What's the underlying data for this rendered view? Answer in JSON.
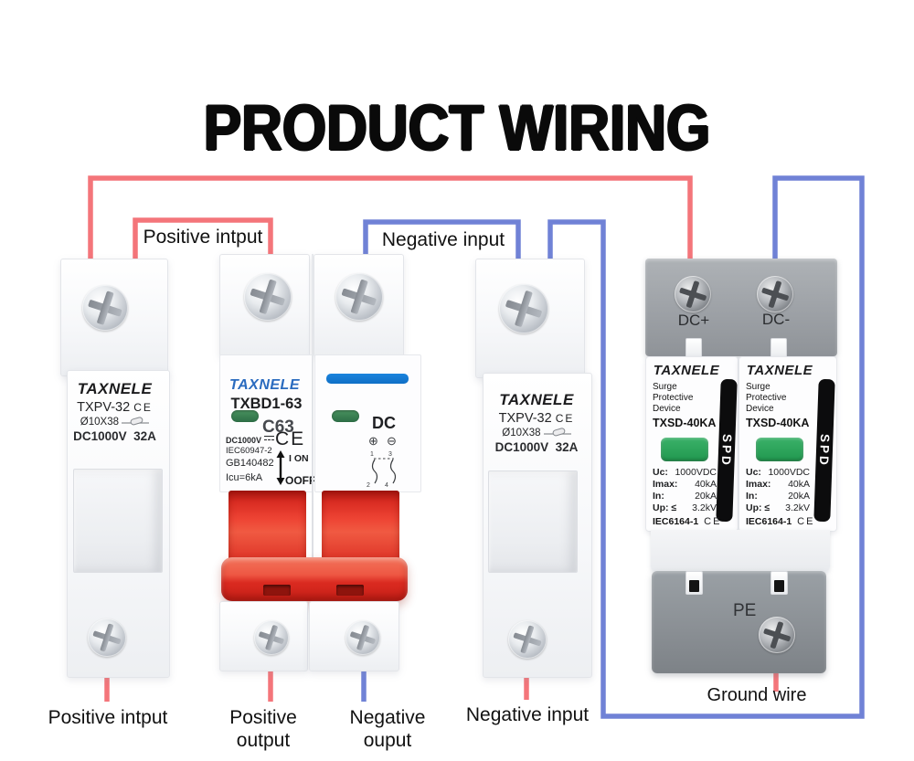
{
  "title": "PRODUCT WIRING",
  "colors": {
    "wire_red": "#F4757A",
    "wire_blue": "#7082D6",
    "logo_blue": "#2a6bbf",
    "handle_red": "#e23b31",
    "indicator_green": "#2e7d4c",
    "spd_green": "#2aa558",
    "breaker_blue_bar": "#1079d8"
  },
  "labels": {
    "top_positive": "Positive intput",
    "top_negative": "Negative input",
    "bottom_fuse_left": "Positive intput",
    "bottom_breaker_pos_line1": "Positive",
    "bottom_breaker_pos_line2": "output",
    "bottom_breaker_neg_line1": "Negative",
    "bottom_breaker_neg_line2": "ouput",
    "bottom_fuse_right": "Negative input",
    "ground_wire": "Ground wire"
  },
  "fuse_left": {
    "brand": "TAXNELE",
    "model": "TXPV-32",
    "ce": "CE",
    "size": "Ø10X38",
    "voltage": "DC1000V",
    "current": "32A"
  },
  "fuse_right": {
    "brand": "TAXNELE",
    "model": "TXPV-32",
    "ce": "CE",
    "size": "Ø10X38",
    "voltage": "DC1000V",
    "current": "32A"
  },
  "breaker": {
    "brand": "TAXNELE",
    "model": "TXBD1-63",
    "rating": "C63",
    "voltage": "DC1000V",
    "std1": "IEC60947-2",
    "std2": "GB140482",
    "icu": "Icu=6kA",
    "ce": "CE",
    "on_label": "I ON",
    "off_label": "OOFF",
    "pole2_label": "DC",
    "plus_symbol": "⊕",
    "minus_symbol": "⊖",
    "t1": "1",
    "t2": "2",
    "t3": "3",
    "t4": "4"
  },
  "spd": {
    "dc_plus": "DC+",
    "dc_minus": "DC-",
    "pe": "PE",
    "modules": [
      {
        "brand": "TAXNELE",
        "line1": "Surge",
        "line2": "Protective",
        "line3": "Device",
        "model": "TXSD-40KA",
        "badge": "SPD",
        "uc_k": "Uc:",
        "uc_v": "1000VDC",
        "imax_k": "Imax:",
        "imax_v": "40kA",
        "in_k": "In:",
        "in_v": "20kA",
        "up_k": "Up: ≤",
        "up_v": "3.2kV",
        "std": "IEC6164-1",
        "ce": "CE"
      },
      {
        "brand": "TAXNELE",
        "line1": "Surge",
        "line2": "Protective",
        "line3": "Device",
        "model": "TXSD-40KA",
        "badge": "SPD",
        "uc_k": "Uc:",
        "uc_v": "1000VDC",
        "imax_k": "Imax:",
        "imax_v": "40kA",
        "in_k": "In:",
        "in_v": "20kA",
        "up_k": "Up: ≤",
        "up_v": "3.2kV",
        "std": "IEC6164-1",
        "ce": "CE"
      }
    ]
  }
}
